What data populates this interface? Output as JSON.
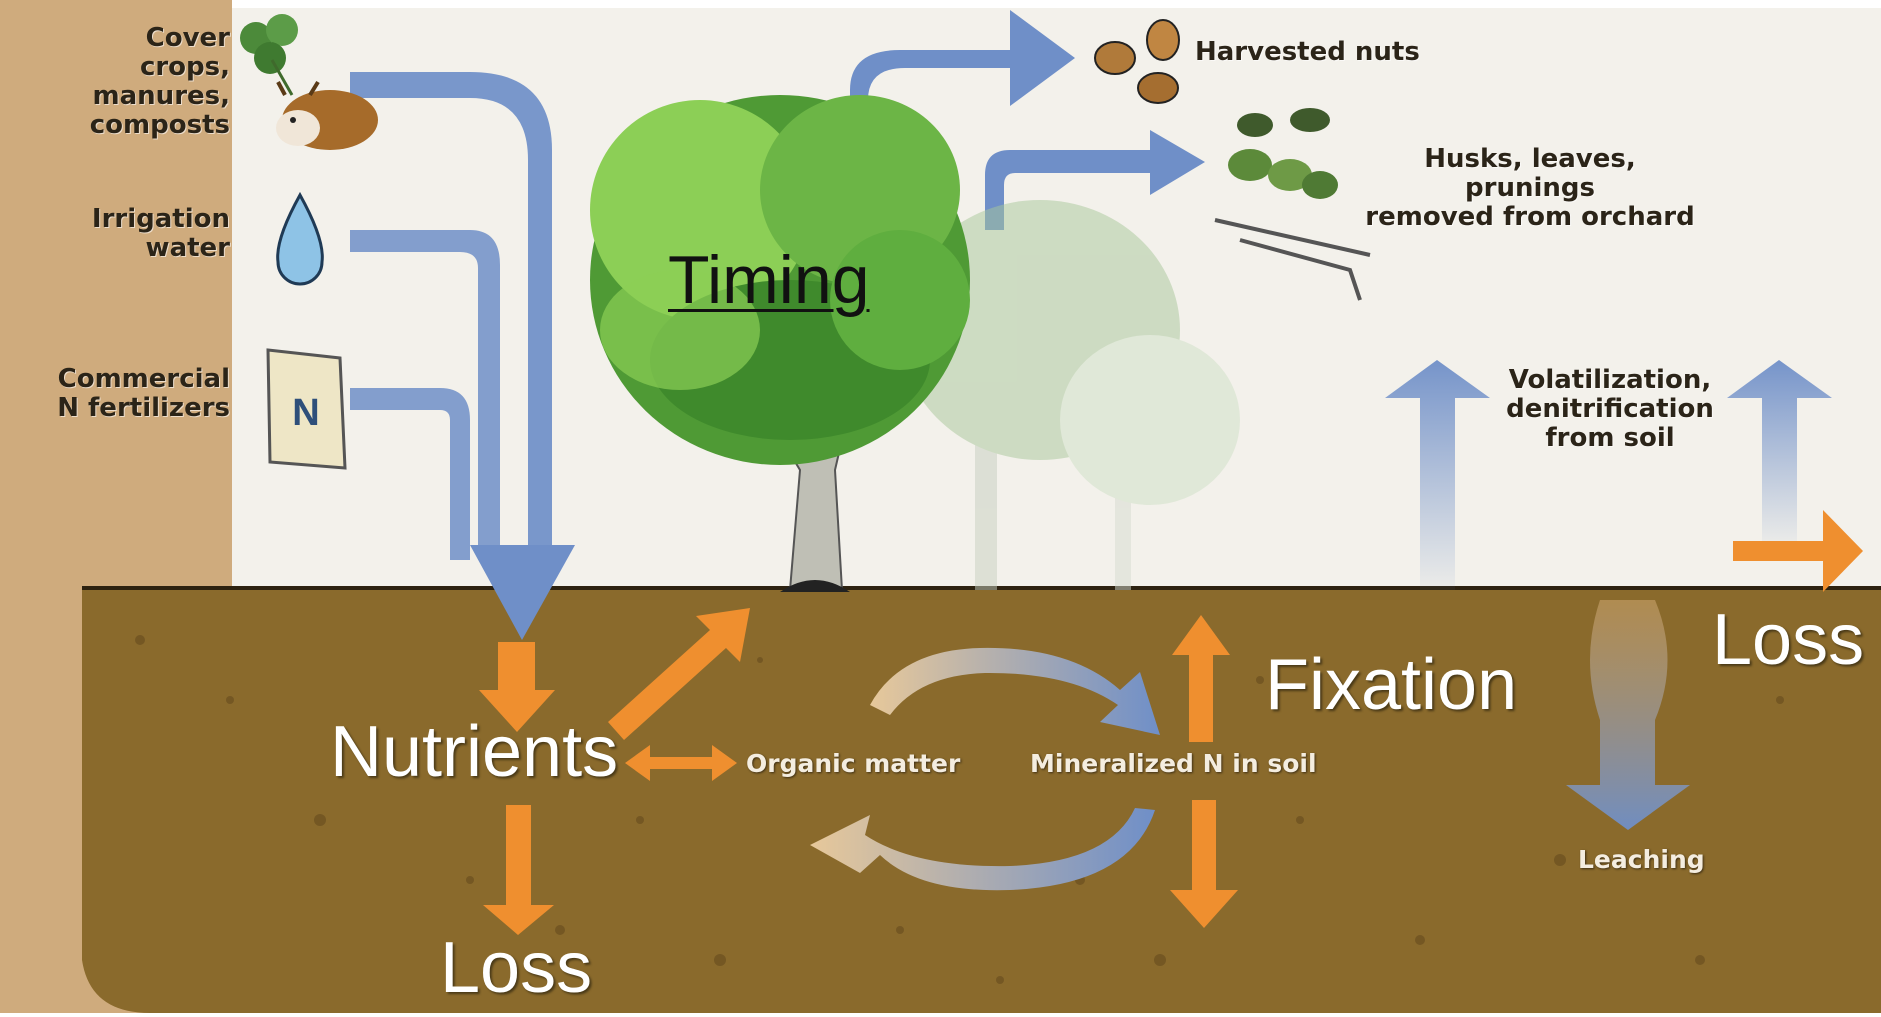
{
  "inputs": {
    "cover_crops": "Cover crops,\nmanures,\ncomposts",
    "irrigation": "Irrigation\nwater",
    "fertilizers": "Commercial\nN fertilizers",
    "bag_letter": "N"
  },
  "outputs": {
    "harvested_nuts": "Harvested nuts",
    "husks": "Husks, leaves, prunings\nremoved from orchard",
    "volatilization": "Volatilization,\ndenitrification\nfrom soil"
  },
  "soil": {
    "organic_matter": "Organic matter",
    "mineralized_n": "Mineralized N in soil",
    "leaching": "Leaching"
  },
  "overlay": {
    "timing": "Timing",
    "nutrients": "Nutrients",
    "fixation": "Fixation",
    "loss_bottom": "Loss",
    "loss_right": "Loss"
  },
  "colors": {
    "soil": "#8a6a2c",
    "flow_blue": "#6f8fc8",
    "overlay_orange": "#ef8f2f",
    "tree_green": "#4f9a35"
  }
}
